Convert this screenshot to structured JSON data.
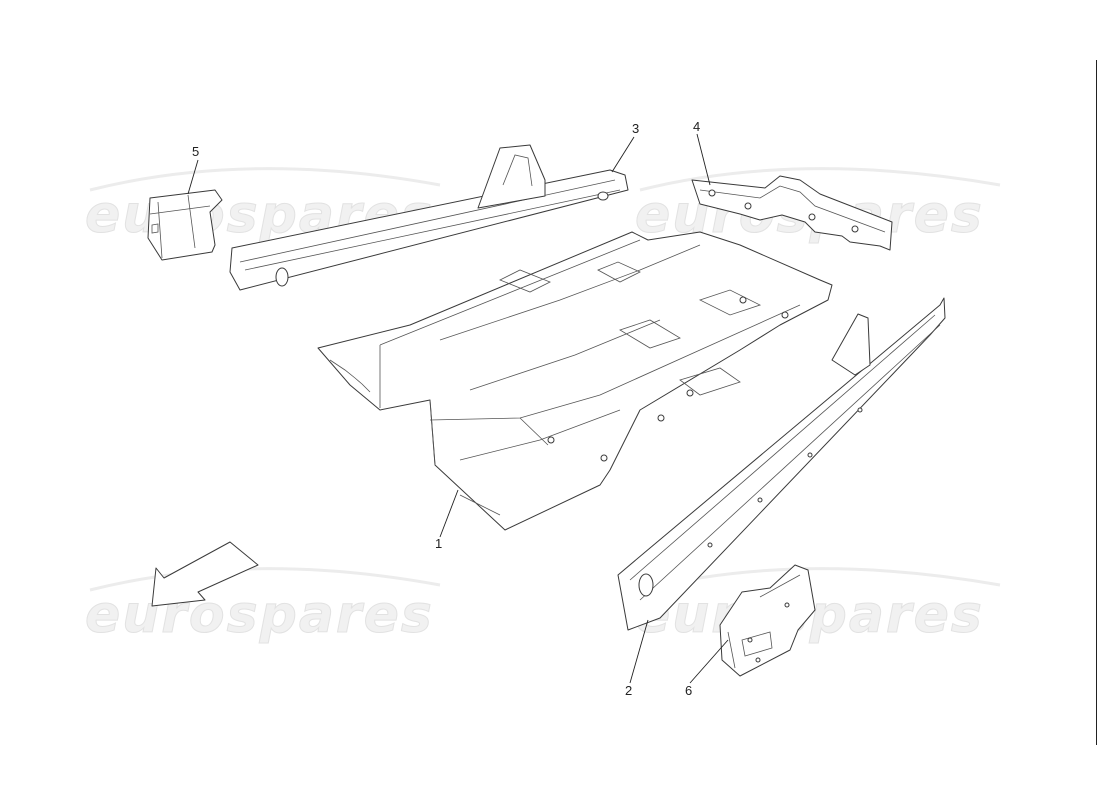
{
  "watermarks": [
    "eurospares",
    "eurospares",
    "eurospares",
    "eurospares"
  ],
  "callouts": [
    {
      "id": "1",
      "label": "1"
    },
    {
      "id": "2",
      "label": "2"
    },
    {
      "id": "3",
      "label": "3"
    },
    {
      "id": "4",
      "label": "4"
    },
    {
      "id": "5",
      "label": "5"
    },
    {
      "id": "6",
      "label": "6"
    }
  ],
  "icons": {
    "direction_arrow": "front-direction-arrow-icon"
  },
  "colors": {
    "line": "#3a3a3a",
    "watermark": "#e2e2e2",
    "background": "#ffffff"
  }
}
